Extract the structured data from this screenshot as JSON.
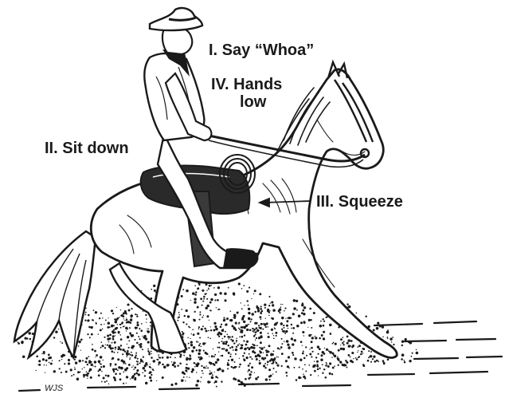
{
  "labels": {
    "say_whoa": "I. Say “Whoa”",
    "sit_down": "II. Sit down",
    "squeeze": "III. Squeeze",
    "hands_low_line1": "IV. Hands",
    "hands_low_line2": "low"
  },
  "signature": "WJS",
  "colors": {
    "ink": "#1a1a1a",
    "paper": "#ffffff",
    "horse_fill": "#ffffff",
    "saddle": "#2a2a2a"
  }
}
